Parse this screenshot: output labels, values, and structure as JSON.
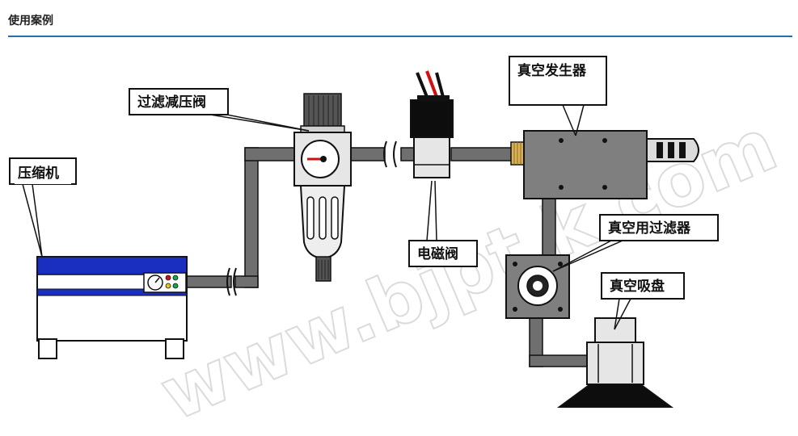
{
  "header": {
    "title": "使用案例"
  },
  "watermark": {
    "text": "www.bjpt k.com"
  },
  "labels": {
    "compressor": "压缩机",
    "filter_regulator": "过滤减压阀",
    "solenoid_valve": "电磁阀",
    "vacuum_generator": "真空发生器",
    "vacuum_filter": "真空用过滤器",
    "suction_cup": "真空吸盘"
  },
  "colors": {
    "pipe": "#6f6f6f",
    "compressor_band": "#1a2ec0",
    "gauge_needle": "#cc1111",
    "wire_red": "#d21010",
    "brass_fitting": "#d9b25a",
    "header_rule": "#1f6fb5"
  }
}
